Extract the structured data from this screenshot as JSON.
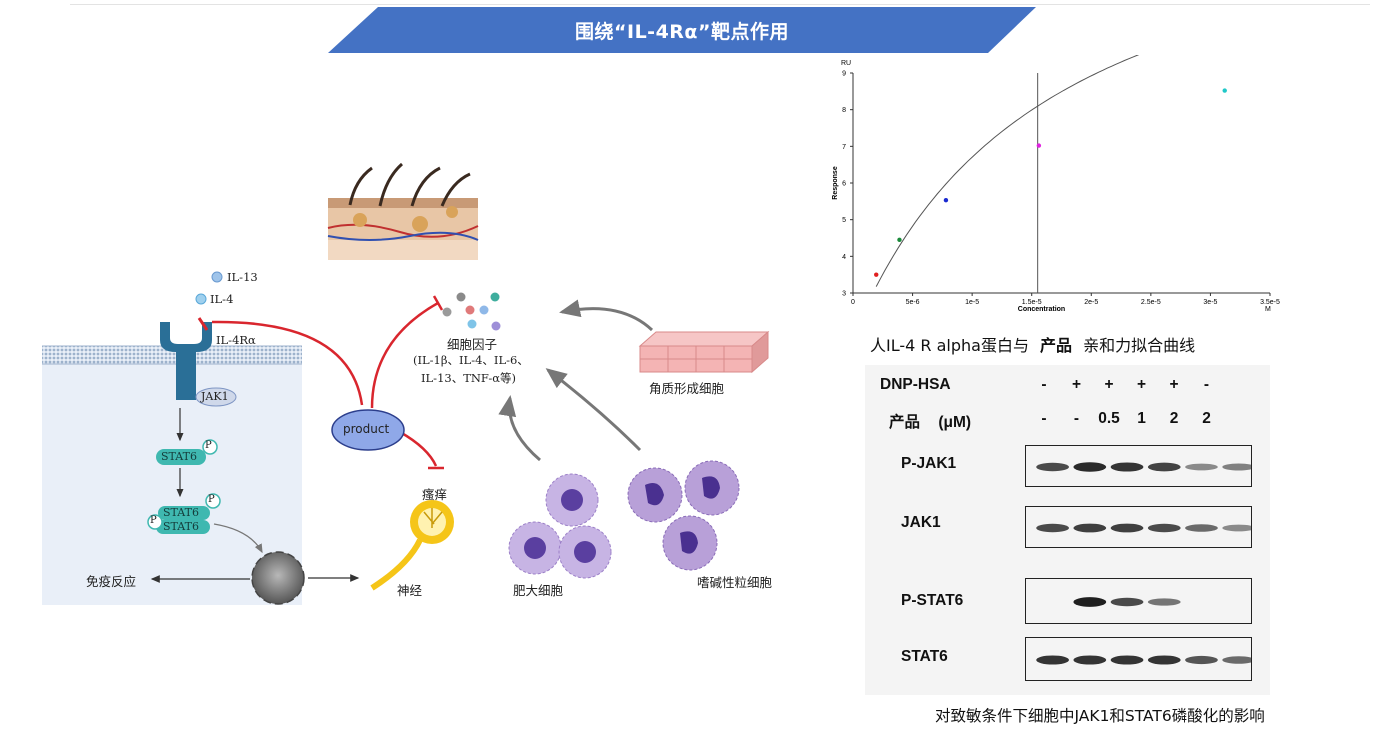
{
  "banner": {
    "title": "围绕“IL-4Rα”靶点作用",
    "color": "#4472c4"
  },
  "pathway": {
    "ligands": [
      "IL-13",
      "IL-4"
    ],
    "receptor": "IL-4Rα",
    "kinase": "JAK1",
    "stat": "STAT6",
    "phospho": "P",
    "immune_response": "免疫反应",
    "product": "product",
    "cytokines_title": "细胞因子",
    "cytokines_list_1": "(IL-1β、IL-4、IL-6、",
    "cytokines_list_2": "IL-13、TNF-α等)",
    "keratinocytes": "角质形成细胞",
    "itch": "瘙痒",
    "nerve": "神经",
    "mast_cells": "肥大细胞",
    "basophils": "嗜碱性粒细胞",
    "colors": {
      "inhibit": "#d9262e",
      "stat_teal": "#3fb8b0",
      "receptor_blue": "#2a6f97",
      "product_fill": "#8fa8e8"
    }
  },
  "binding_curve": {
    "caption": "人IL-4 R alpha蛋白与 产品 亲和力拟合曲线",
    "caption_prefix": "人IL-4 R alpha蛋白与",
    "caption_product": "产品",
    "caption_suffix": "亲和力拟合曲线",
    "chart_data": {
      "type": "scatter",
      "xlabel": "Concentration",
      "xunit": "M",
      "ylabel": "Response",
      "yunit": "RU",
      "xlim": [
        0,
        3.5e-05
      ],
      "ylim": [
        3,
        9
      ],
      "x_ticks": [
        "0",
        "5e-6",
        "1e-5",
        "1.5e-5",
        "2e-5",
        "2.5e-5",
        "3e-5",
        "3.5e-5"
      ],
      "y_ticks": [
        "3",
        "4",
        "5",
        "6",
        "7",
        "8",
        "9"
      ],
      "points": [
        {
          "x": 1.95e-06,
          "y": 3.5,
          "color": "#e02020"
        },
        {
          "x": 3.9e-06,
          "y": 4.45,
          "color": "#1a8a3a"
        },
        {
          "x": 7.8e-06,
          "y": 5.53,
          "color": "#1a2ad0"
        },
        {
          "x": 1.56e-05,
          "y": 7.02,
          "color": "#e020e0"
        },
        {
          "x": 3.12e-05,
          "y": 8.52,
          "color": "#20c8c8"
        }
      ],
      "vertical_line_x": 1.55e-05,
      "fit": {
        "rmax": 13.0,
        "kd": 1.65e-05
      }
    }
  },
  "western_blot": {
    "header_dnp": "DNP-HSA",
    "header_product": "产品",
    "header_unit": "(μM)",
    "dnp_values": [
      "-",
      "+",
      "+",
      "+",
      "+",
      "-"
    ],
    "product_values": [
      "-",
      "-",
      "0.5",
      "1",
      "2",
      "2"
    ],
    "rows": [
      {
        "label": "P-JAK1",
        "intensities": [
          0.75,
          0.9,
          0.85,
          0.78,
          0.45,
          0.5
        ]
      },
      {
        "label": "JAK1",
        "intensities": [
          0.75,
          0.8,
          0.8,
          0.75,
          0.6,
          0.45
        ]
      },
      {
        "label": "P-STAT6",
        "intensities": [
          0.0,
          0.95,
          0.75,
          0.55,
          0.0,
          0.0
        ]
      },
      {
        "label": "STAT6",
        "intensities": [
          0.85,
          0.85,
          0.85,
          0.85,
          0.7,
          0.6
        ]
      }
    ],
    "caption": "对致敏条件下细胞中JAK1和STAT6磷酸化的影响"
  }
}
